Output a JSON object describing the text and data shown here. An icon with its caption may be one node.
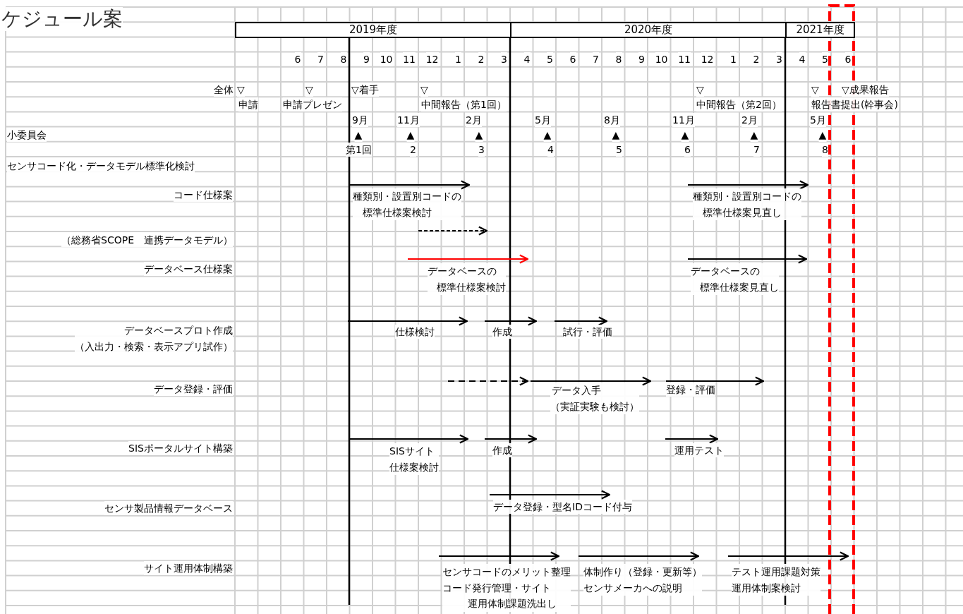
{
  "diagram": {
    "title": "ケジュール案",
    "nodes": [
      {
        "text": [
          "2019年度"
        ]
      },
      {
        "text": [
          "2020年度"
        ]
      },
      {
        "text": [
          "2021年度"
        ]
      }
    ],
    "labels": [
      "6",
      "7",
      "8",
      "9",
      "10",
      "11",
      "12",
      "1",
      "2",
      "3",
      "4",
      "5",
      "6",
      "7",
      "8",
      "9",
      "10",
      "11",
      "12",
      "1",
      "2",
      "3",
      "4",
      "5",
      "6",
      "全体",
      "▽",
      "▽",
      "▽着手",
      "▽",
      "▽",
      "▽",
      "▽成果報告",
      "申請",
      "申請プレゼン",
      "中間報告（第1回）",
      "中間報告（第2回）",
      "報告書提出(幹事会)",
      "9月",
      "11月",
      "2月",
      "5月",
      "8月",
      "11月",
      "2月",
      "5月",
      "小委員会",
      "▲",
      "▲",
      "▲",
      "▲",
      "▲",
      "▲",
      "▲",
      "▲",
      "第1回",
      "2",
      "3",
      "4",
      "5",
      "6",
      "7",
      "8",
      "センサコード化・データモデル標準化検討",
      "コード仕様案",
      "種類別・設置別コードの標準仕様案検討",
      "種類別・設置別コードの標準仕様案見直し",
      "（総務省SCOPE　連携データモデル）",
      "データベース仕様案",
      "データベースの標準仕様案検討",
      "データベースの標準仕様案見直し",
      "データベースプロト作成（入出力・検索・表示アプリ試作）",
      "仕様検討",
      "作成",
      "試行・評価",
      "データ登録・評価",
      "データ入手（実証実験も検討）",
      "登録・評価",
      "SISポータルサイト構築",
      "SISサイト仕様案検討",
      "作成",
      "運用テスト",
      "センサ製品情報データベース",
      "データ登録・型名IDコード付与",
      "サイト運用体制構築",
      "センサコードのメリット整理コード発行管理・サイト運用体制課題洗出し",
      "体制作り（登録・更新等）センサメーカへの説明",
      "テスト運用課題対策運用体制案検討"
    ]
  }
}
